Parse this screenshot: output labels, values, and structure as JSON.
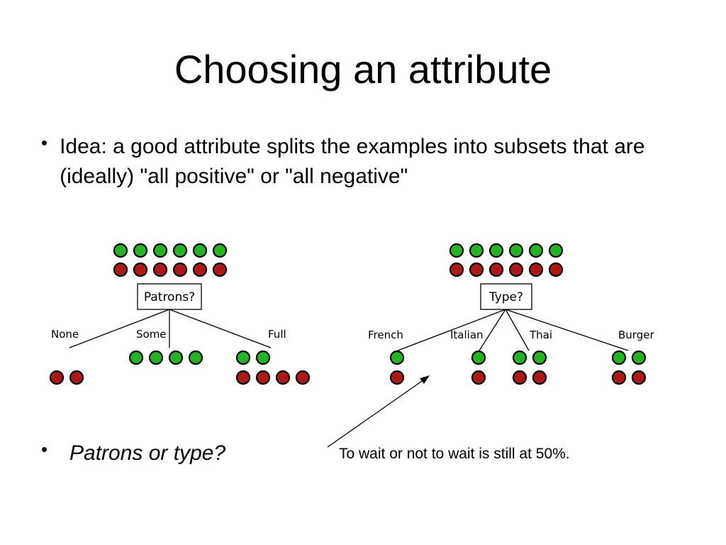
{
  "slide": {
    "title": "Choosing an attribute",
    "bullets": [
      "Idea: a good attribute splits the examples into subsets that are (ideally) \"all positive\" or \"all negative\"",
      "Patrons or type?"
    ],
    "bullet_marker": "•",
    "note": "To wait or not to wait is still at 50%."
  },
  "colors": {
    "positive": "#22b522",
    "negative": "#b01818",
    "outline": "#000000"
  },
  "trees": [
    {
      "attribute": "Patrons?",
      "positives": 6,
      "negatives": 6,
      "branches": [
        {
          "label": "None",
          "positives": 0,
          "negatives": 2
        },
        {
          "label": "Some",
          "positives": 4,
          "negatives": 0
        },
        {
          "label": "Full",
          "positives": 2,
          "negatives": 4
        }
      ]
    },
    {
      "attribute": "Type?",
      "positives": 6,
      "negatives": 6,
      "branches": [
        {
          "label": "French",
          "positives": 1,
          "negatives": 1
        },
        {
          "label": "Italian",
          "positives": 1,
          "negatives": 1
        },
        {
          "label": "Thai",
          "positives": 2,
          "negatives": 2
        },
        {
          "label": "Burger",
          "positives": 2,
          "negatives": 2
        }
      ]
    }
  ]
}
